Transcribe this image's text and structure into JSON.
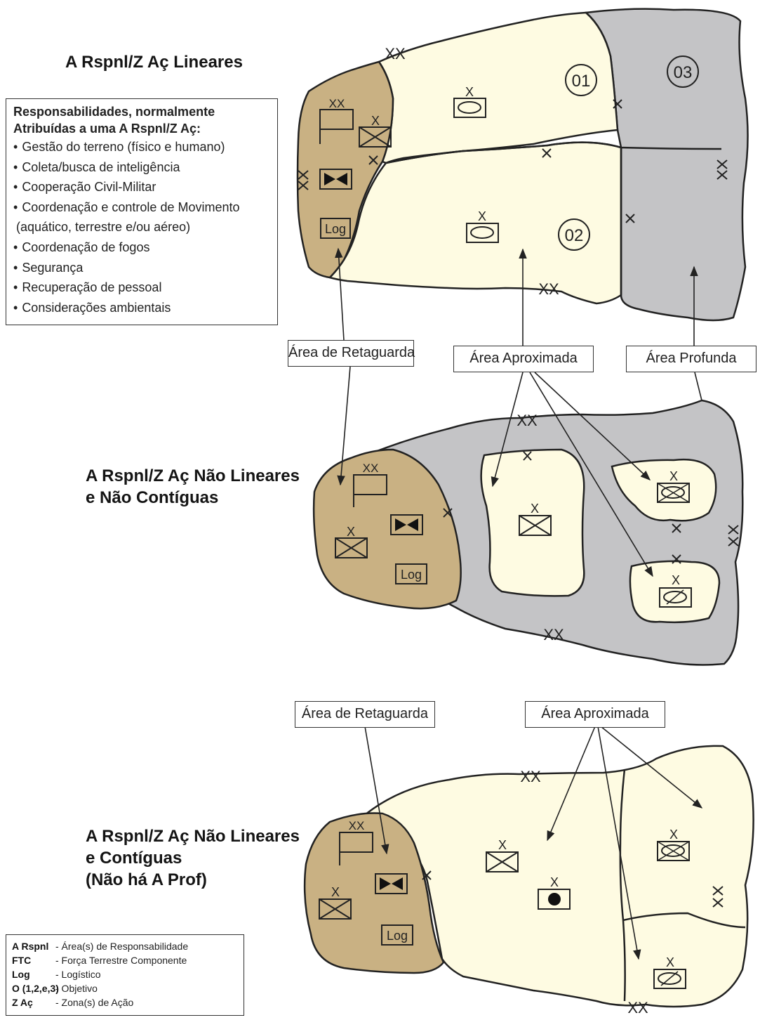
{
  "titles": {
    "linear": "A Rspnl/Z Aç Lineares",
    "nonlinear_noncontiguous": [
      "A Rspnl/Z Aç Não Lineares",
      "e Não Contíguas"
    ],
    "nonlinear_contiguous": [
      "A Rspnl/Z Aç Não Lineares",
      "e Contíguas",
      "(Não há A Prof)"
    ]
  },
  "responsibilities": {
    "heading": [
      "Responsabilidades, normalmente",
      "Atribuídas a uma A Rspnl/Z Aç:"
    ],
    "items": [
      "Gestão do terreno (físico e humano)",
      "Coleta/busca de inteligência",
      "Cooperação Civil-Militar",
      "Coordenação e controle  de Movimento",
      "(aquático, terrestre e/ou aéreo)",
      "Coordenação de fogos",
      "Segurança",
      "Recuperação de pessoal",
      "Considerações ambientais"
    ]
  },
  "callouts": {
    "rear": "Área de Retaguarda",
    "close": "Área Aproximada",
    "deep": "Área Profunda"
  },
  "map_labels": {
    "division": "XX",
    "brigade": "X",
    "objectives": [
      "01",
      "02",
      "03"
    ],
    "logistics": "Log"
  },
  "legend": [
    {
      "abbr": "A Rspnl",
      "def": "- Área(s) de Responsabilidade"
    },
    {
      "abbr": "FTC",
      "def": "- Força Terrestre Componente"
    },
    {
      "abbr": "Log",
      "def": "- Logístico"
    },
    {
      "abbr": "O (1,2,e,3)",
      "def": "- Objetivo"
    },
    {
      "abbr": "Z Aç",
      "def": "- Zona(s) de Ação"
    }
  ],
  "colors": {
    "rear_area": "#c9b183",
    "close_area": "#fefbe2",
    "deep_area": "#c4c4c6",
    "outline": "#222222"
  }
}
